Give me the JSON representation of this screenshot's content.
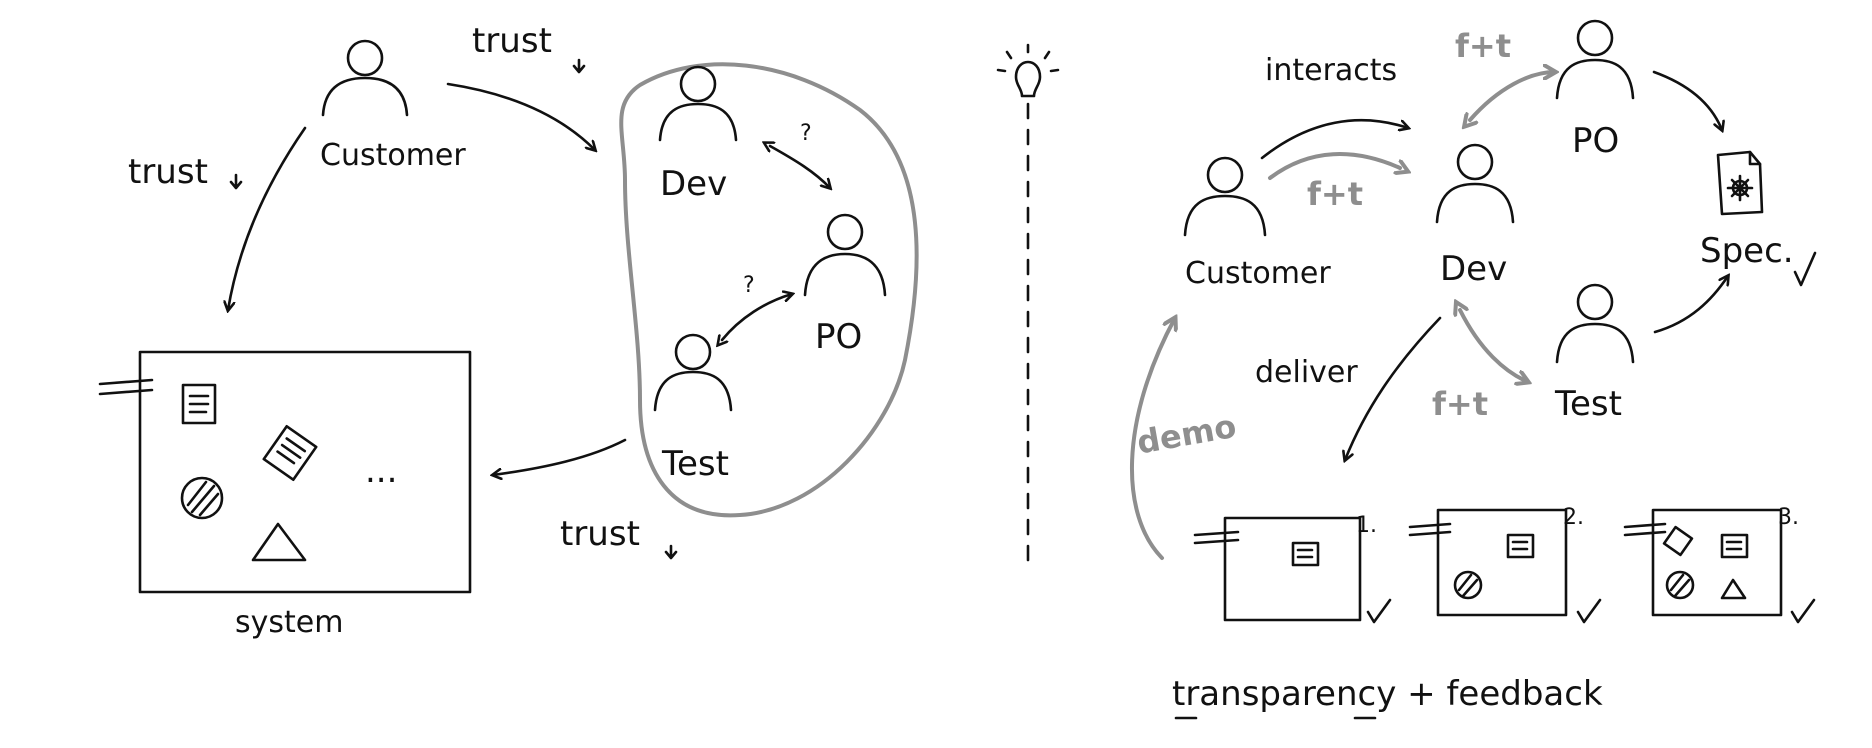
{
  "left": {
    "customer": "Customer",
    "dev": "Dev",
    "po": "PO",
    "test": "Test",
    "system": "system",
    "trust_customer_team": "trust",
    "trust_customer_system": "trust",
    "trust_team_system": "trust",
    "question_dev_po": "?",
    "question_test_po": "?",
    "ellipsis": "..."
  },
  "right": {
    "customer": "Customer",
    "dev": "Dev",
    "po": "PO",
    "test": "Test",
    "spec": "Spec.",
    "interacts": "interacts",
    "ft_top": "f+t",
    "ft_customer": "f+t",
    "ft_test": "f+t",
    "deliver": "deliver",
    "demo": "demo",
    "increments": [
      "1.",
      "2.",
      "3."
    ],
    "footer": "transparency + feedback"
  },
  "colors": {
    "ink": "#111111",
    "feedback_grey": "#8e8e8e"
  }
}
